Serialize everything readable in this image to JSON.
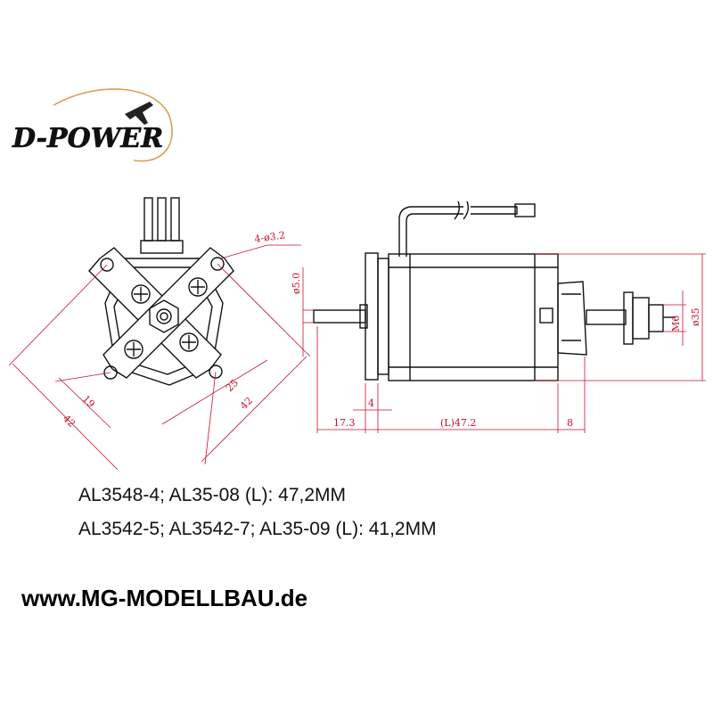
{
  "logo": {
    "text": "D-POWER"
  },
  "dimensions": {
    "holes": "4-ø3.2",
    "bolt_circle_19": "19",
    "bolt_circle_25": "25",
    "mount_42_left": "42",
    "mount_42_right": "42",
    "shaft_dia": "ø5.0",
    "thread": "M6",
    "body_dia": "ø35",
    "shaft_length": "17.3",
    "flange": "4",
    "body_length": "(L)47.2",
    "prop_adapter": "8"
  },
  "specs": {
    "line1": "AL3548-4; AL35-08 (L): 47,2MM",
    "line2": "AL3542-5; AL3542-7; AL35-09 (L): 41,2MM"
  },
  "footer": {
    "url": "www.MG-MODELLBAU.de"
  },
  "colors": {
    "dimension": "#c8102e",
    "drawing": "#111111",
    "logo_swoosh": "#d4a052"
  }
}
